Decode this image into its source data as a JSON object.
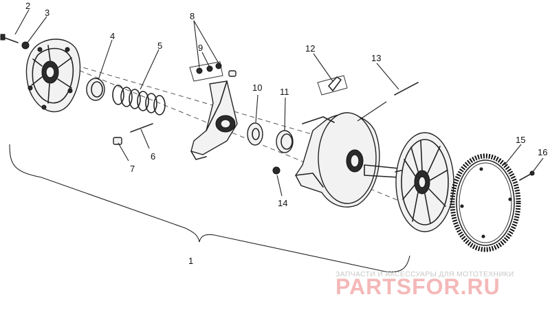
{
  "callouts": {
    "c1": "1",
    "c2": "2",
    "c3": "3",
    "c4": "4",
    "c5": "5",
    "c6": "6",
    "c7": "7",
    "c8": "8",
    "c9": "9",
    "c10": "10",
    "c11": "11",
    "c12": "12",
    "c13": "13",
    "c14": "14",
    "c15": "15",
    "c16": "16"
  },
  "watermark": {
    "subtitle": "ЗАПЧАСТИ И АКСЕССУАРЫ ДЛЯ МОТОТЕХНИКИ",
    "brand": "PARTSFOR.RU",
    "brand_color": "#f4b8b8"
  }
}
